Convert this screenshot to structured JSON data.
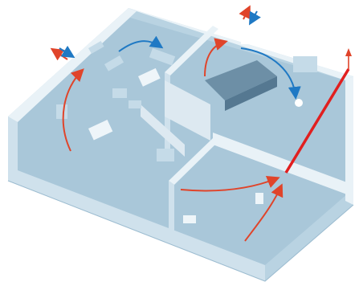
{
  "diagram": {
    "type": "isometric-floorplan-airflow",
    "colors": {
      "background": "#ffffff",
      "wall_top": "#e9f2f7",
      "wall_side": "#b9d3e2",
      "wall_face": "#cfe1ec",
      "floor": "#a9c7d9",
      "furniture": "#c5dbe8",
      "furniture_dark": "#6d8fa6",
      "supply_air": "#e0442a",
      "exhaust_air": "#1f79c4",
      "duct_riser": "#e11f1f"
    },
    "flows": [
      {
        "kind": "supply-outdoor",
        "color_key": "supply_air"
      },
      {
        "kind": "exhaust-outdoor",
        "color_key": "exhaust_air"
      },
      {
        "kind": "supply-indoor",
        "color_key": "supply_air"
      },
      {
        "kind": "exhaust-indoor",
        "color_key": "exhaust_air"
      }
    ],
    "icons": [
      "arrow-outdoor-supply-icon",
      "arrow-outdoor-exhaust-icon",
      "vertical-duct-icon"
    ]
  }
}
